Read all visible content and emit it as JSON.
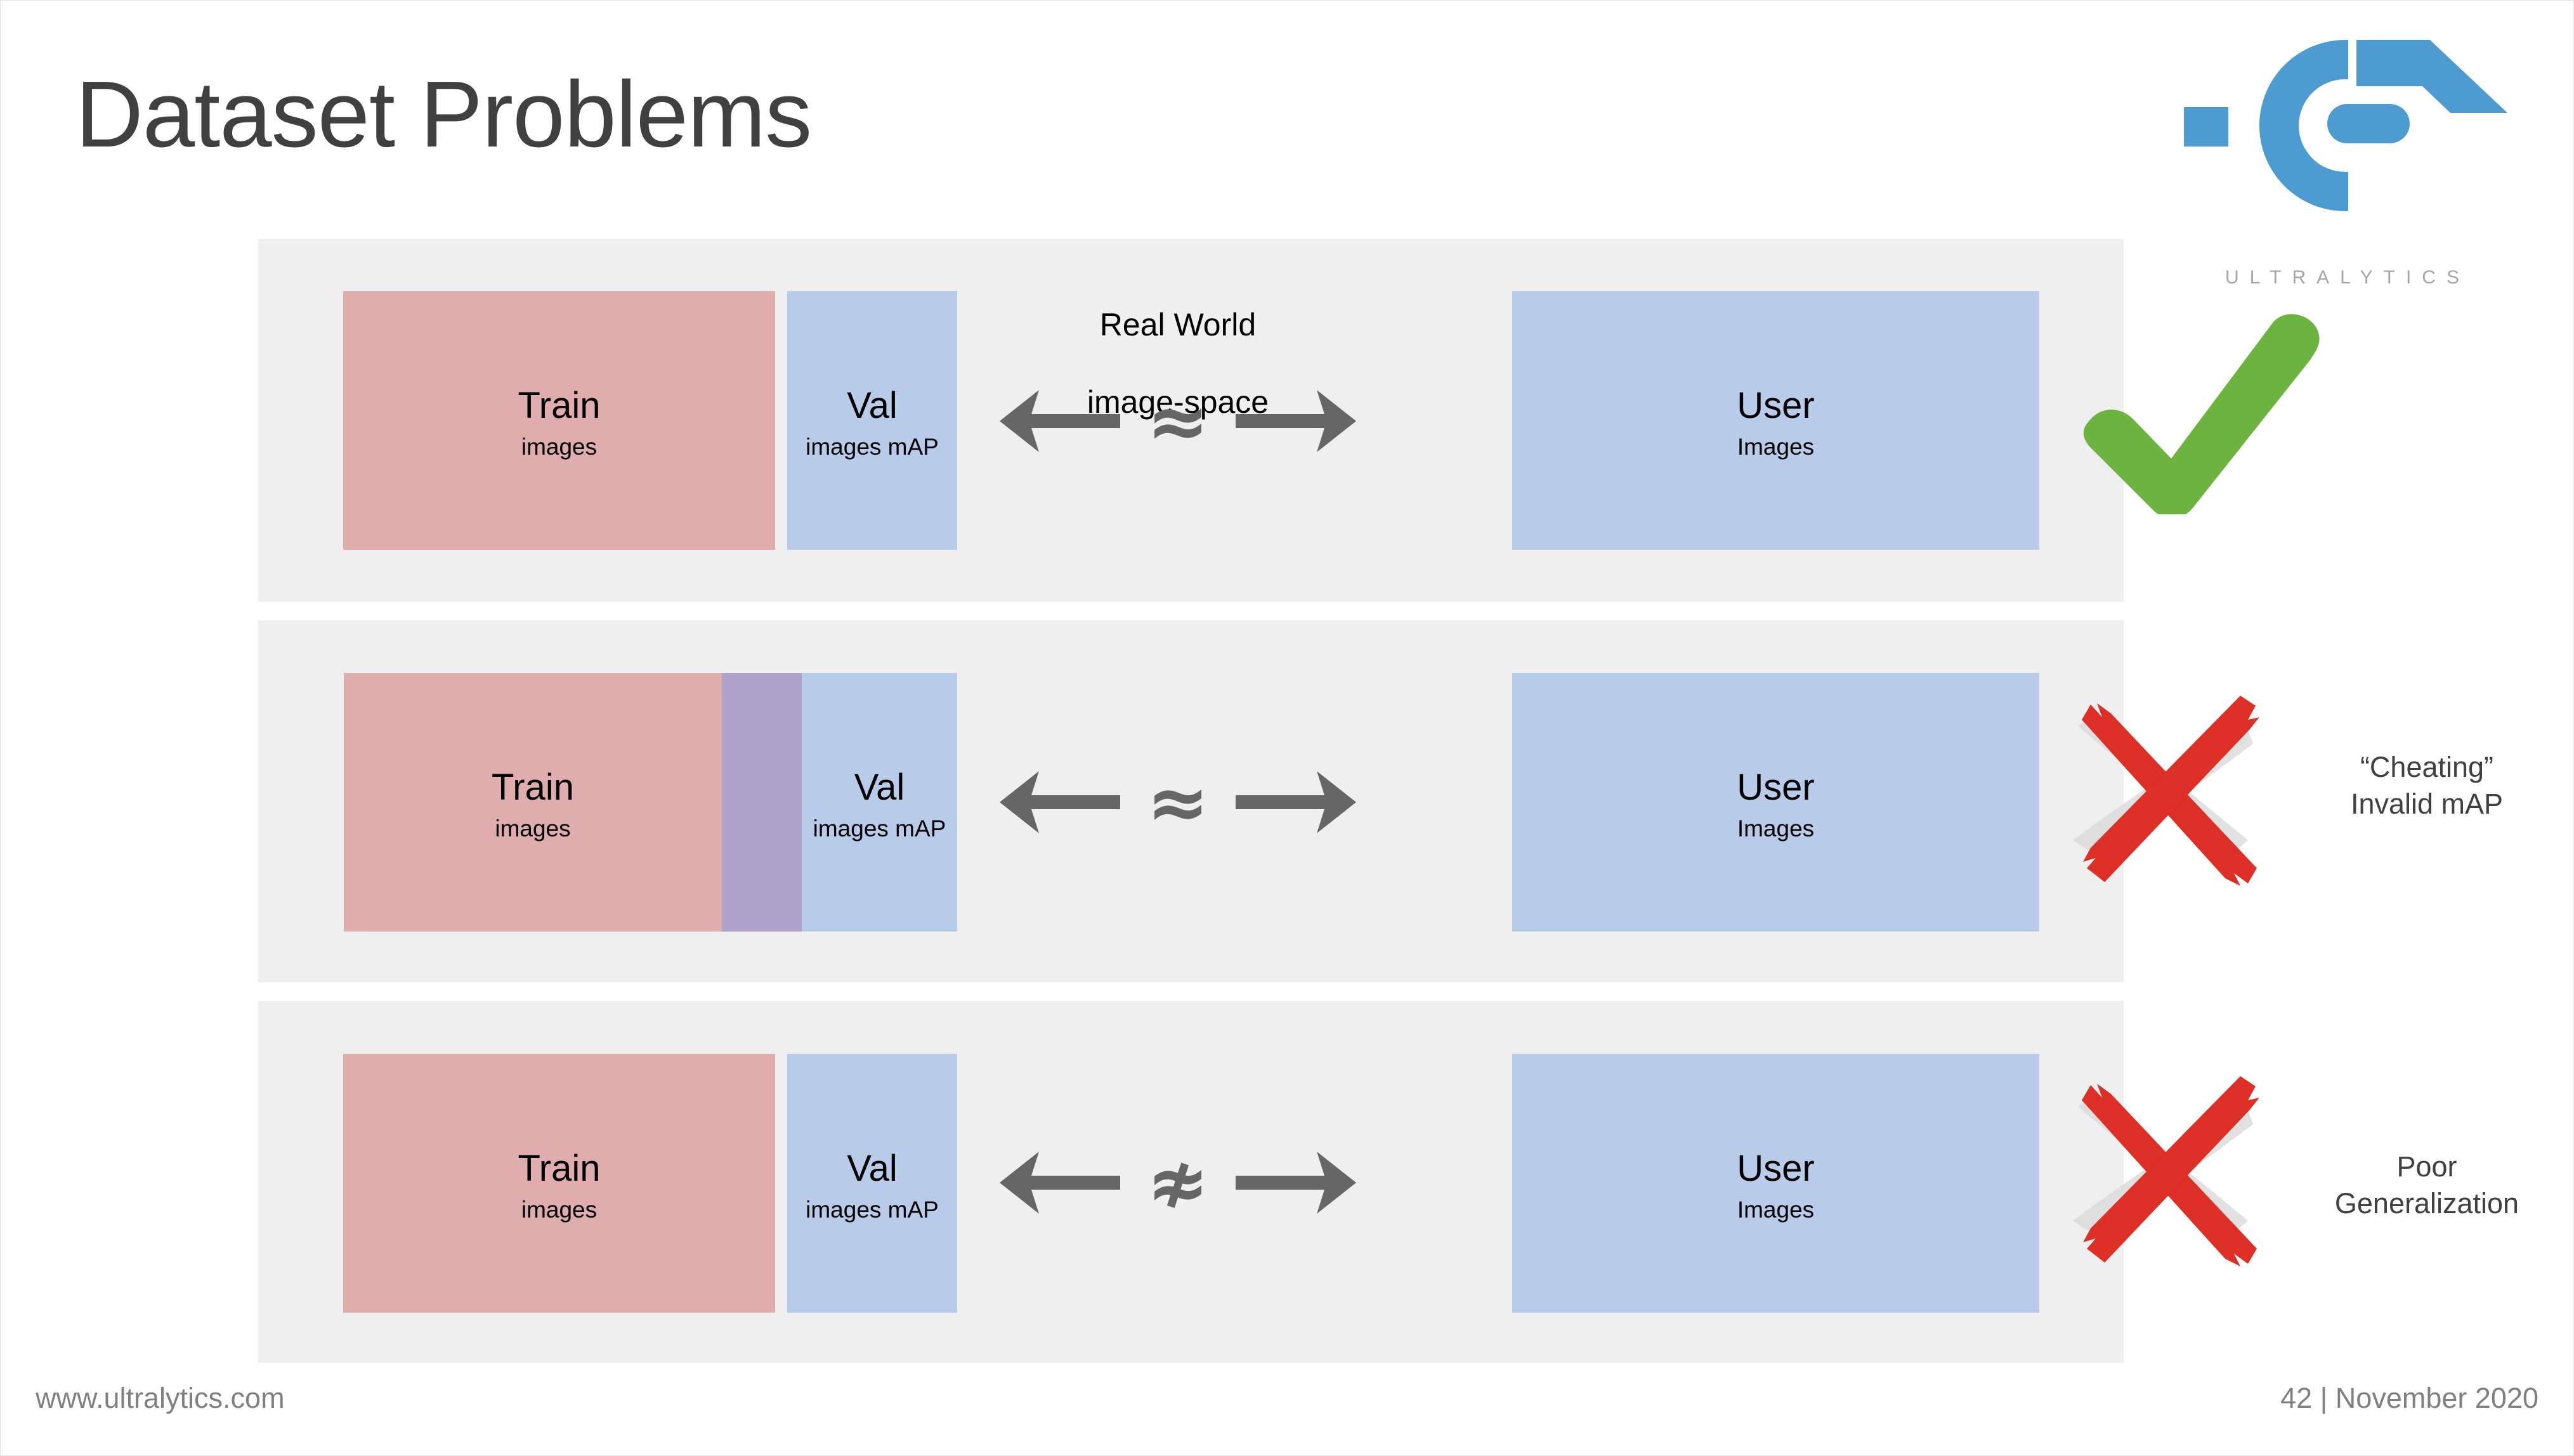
{
  "slide": {
    "title": "Dataset Problems",
    "background_color": "#ffffff"
  },
  "logo": {
    "name": "ultralytics-logo",
    "wordmark": "ULTRALYTICS",
    "brand_color": "#4e9bd1",
    "wordmark_color": "#a6a6a6"
  },
  "colors": {
    "panel_background": "#efefef",
    "train": "#dfadad",
    "val": "#b8cce9",
    "user": "#b8cce9",
    "overlap": "#aea3cb",
    "arrow": "#666666",
    "check": "#6cb33f",
    "cross": "#dc2f26",
    "text_dark": "#404040"
  },
  "center_label": {
    "line1": "Real World",
    "line2": "image-space"
  },
  "rows": [
    {
      "id": "row-valid-split",
      "train": {
        "title": "Train",
        "sub": "images"
      },
      "val": {
        "title": "Val",
        "sub": "images\nmAP"
      },
      "overlap": null,
      "user": {
        "title": "User",
        "sub": "Images"
      },
      "relation_symbol": "≈",
      "relation_name": "approximately-equal",
      "verdict_icon": "check-icon",
      "verdict_text": ""
    },
    {
      "id": "row-leaky-split",
      "train": {
        "title": "Train",
        "sub": "images"
      },
      "val": {
        "title": "Val",
        "sub": "images\nmAP"
      },
      "overlap": {
        "label": ""
      },
      "user": {
        "title": "User",
        "sub": "Images"
      },
      "relation_symbol": "≈",
      "relation_name": "approximately-equal",
      "verdict_icon": "cross-icon",
      "verdict_text": "“Cheating”\nInvalid mAP"
    },
    {
      "id": "row-domain-shift",
      "train": {
        "title": "Train",
        "sub": "images"
      },
      "val": {
        "title": "Val",
        "sub": "images\nmAP"
      },
      "overlap": null,
      "user": {
        "title": "User",
        "sub": "Images"
      },
      "relation_symbol": "≉",
      "relation_name": "not-approximately-equal",
      "verdict_icon": "cross-icon",
      "verdict_text": "Poor\nGeneralization"
    }
  ],
  "footer": {
    "website": "www.ultralytics.com",
    "page_and_date": "42 | November 2020"
  }
}
